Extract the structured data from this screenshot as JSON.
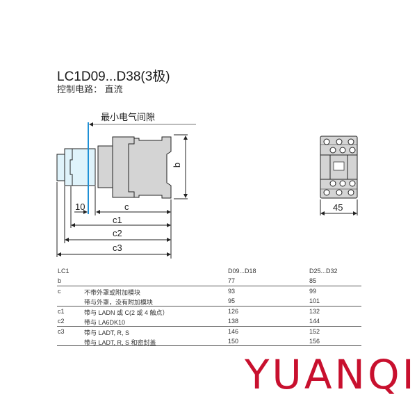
{
  "title": "LC1D09...D38(3极)",
  "subtitle": "控制电路： 直流",
  "drawing": {
    "clearance_label": "最小电气间隙",
    "dim_10": "10",
    "dim_c": "c",
    "dim_c1": "c1",
    "dim_c2": "c2",
    "dim_c3": "c3",
    "dim_b": "b",
    "dim_45": "45"
  },
  "table": {
    "header": [
      "LC1",
      "",
      "D09...D18",
      "D25...D32"
    ],
    "rows": [
      [
        "b",
        "",
        "77",
        "85"
      ],
      [
        "c",
        "不带外罩或附加模块",
        "93",
        "99"
      ],
      [
        "",
        "带与外罩，没有附加模块",
        "95",
        "101"
      ],
      [
        "c1",
        "带与 LADN 或 C(2 或 4 触点）",
        "126",
        "132"
      ],
      [
        "c2",
        "带与 LA6DK10",
        "138",
        "144"
      ],
      [
        "c3",
        "带与 LADT, R, S",
        "146",
        "152"
      ],
      [
        "",
        "带与 LADT, R, S 和密封盖",
        "150",
        "156"
      ]
    ]
  },
  "watermark": "YUANQI",
  "colors": {
    "clearance_line": "#1e90d6",
    "watermark": "#c8102e",
    "body": "#d4d4d4",
    "module": "#dff3fb"
  }
}
